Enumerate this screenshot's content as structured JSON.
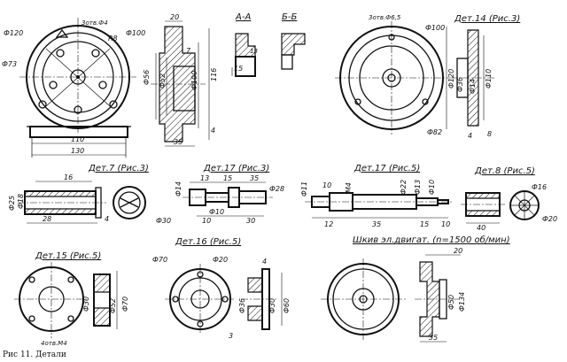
{
  "caption": "Рис 11. Детали",
  "part_a": {
    "dims": {
      "d120": "Ф120",
      "d73": "Ф73",
      "d100": "Ф100",
      "holes": "3отв.Ф4",
      "r8": "R8",
      "w110": "110",
      "w130": "130"
    }
  },
  "part_b": {
    "dims": {
      "w20": "20",
      "d56": "Ф56",
      "d52": "Ф52",
      "d100": "Ф100",
      "h116": "116",
      "w35": "35",
      "w7": "7",
      "w4": "4"
    }
  },
  "section_aa": {
    "title": "А-А",
    "dims": {
      "w15": "15",
      "w13": "13"
    }
  },
  "section_bb": {
    "title": "Б-Б"
  },
  "det14": {
    "title": "Дет.14 (Рис.3)",
    "dims": {
      "holes": "3отв.Ф6,5",
      "d100": "Ф100",
      "d120": "Ф120",
      "d36": "Ф36",
      "d14": "Ф14",
      "d110": "Ф110",
      "d82": "Ф82",
      "w4": "4",
      "w8": "8"
    }
  },
  "det7": {
    "title": "Дет.7 (Рис.3)",
    "dims": {
      "w16": "16",
      "d25": "Ф25",
      "d18": "Ф18",
      "w28": "28",
      "w4": "4",
      "d30": "Ф30"
    }
  },
  "det17a": {
    "title": "Дет.17 (Рис.3)",
    "dims": {
      "d14": "Ф14",
      "w13": "13",
      "w15": "15",
      "w35": "35",
      "d10": "Ф10",
      "w10": "10",
      "w30": "30",
      "d28": "Ф28"
    }
  },
  "det17b": {
    "title": "Дет.17 (Рис.5)",
    "dims": {
      "d11": "Ф11",
      "w10": "10",
      "m4": "M4",
      "d22": "Ф22",
      "d13": "Ф13",
      "d10": "Ф10",
      "w12": "12",
      "w35": "35",
      "w15": "15",
      "w10b": "10"
    }
  },
  "det8": {
    "title": "Дет.8 (Рис.5)",
    "dims": {
      "d16": "Ф16",
      "w40": "40",
      "d20": "Ф20"
    }
  },
  "det15": {
    "title": "Дет.15 (Рис.5)",
    "dims": {
      "d30": "Ф30",
      "d52": "Ф52",
      "d70": "Ф70",
      "holes": "4отв.М4"
    }
  },
  "det16": {
    "title": "Дет.16 (Рис.5)",
    "dims": {
      "d70": "Ф70",
      "d20": "Ф20",
      "w4": "4",
      "d36": "Ф36",
      "d30": "Ф30",
      "d60": "Ф60",
      "w3": "3"
    }
  },
  "pulley": {
    "title": "Шкив эл.двигат. (n=1500 об/мин)",
    "dims": {
      "w20": "20",
      "d50": "Ф50",
      "d134": "Ф134",
      "w35": "35"
    }
  }
}
